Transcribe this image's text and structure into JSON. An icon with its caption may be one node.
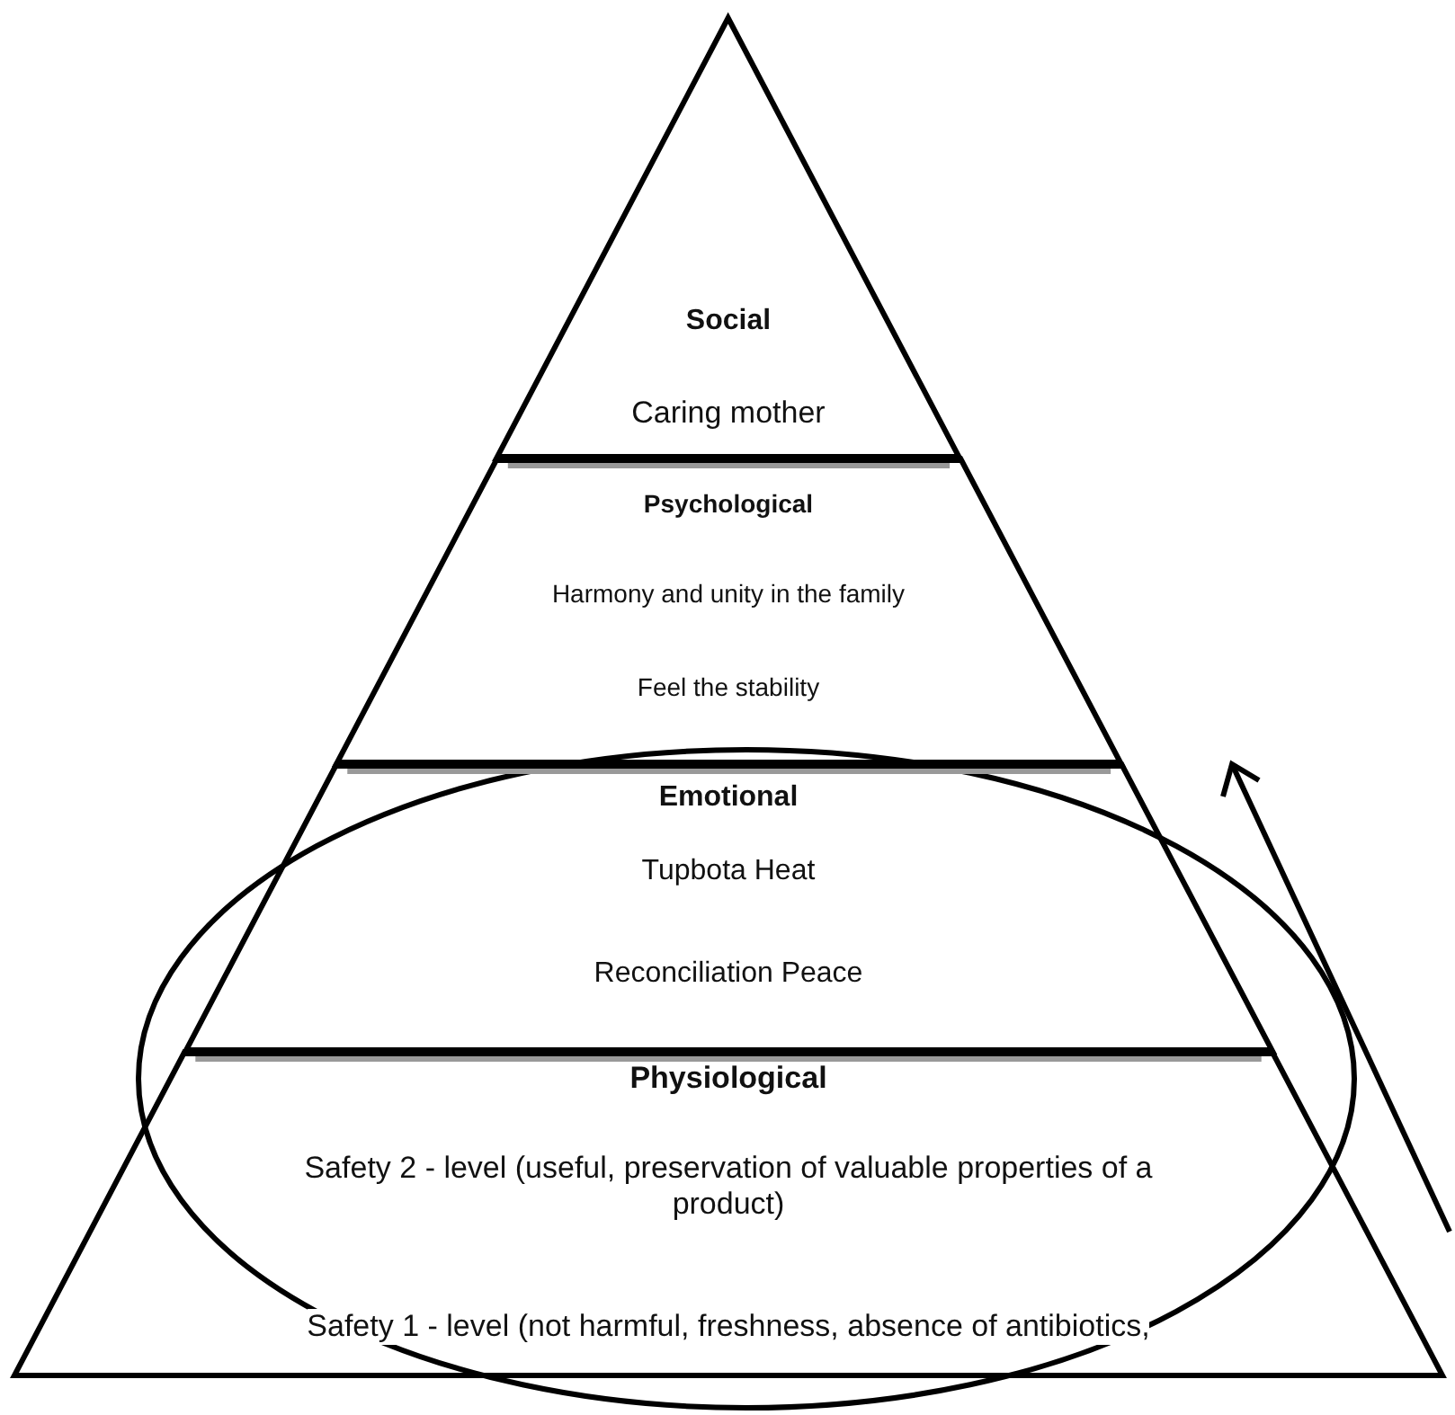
{
  "diagram": {
    "nodes": [
      {
        "text": [
          "Social",
          "Caring mother"
        ]
      },
      {
        "text": [
          "Psychological",
          "Harmony and unity in the family",
          "Feel the stability"
        ]
      },
      {
        "text": [
          "Emotional",
          "Tupbota Heat",
          "Reconciliation Peace"
        ]
      },
      {
        "text": [
          "Physiological",
          "Safety 2 - level (useful, preservation of valuable properties of a product)",
          "Safety 1 - level (not harmful, freshness, absence of antibiotics,"
        ]
      }
    ]
  }
}
